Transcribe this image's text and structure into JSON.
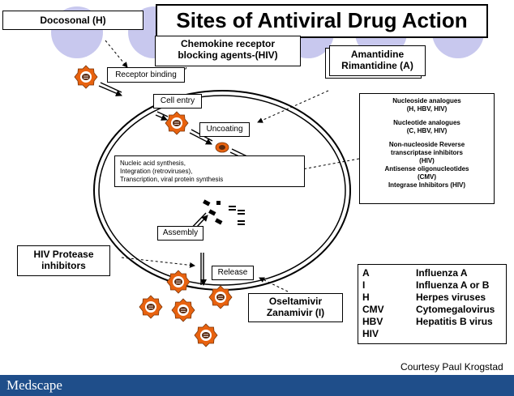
{
  "title": "Sites of Antiviral Drug Action",
  "drugs": {
    "docosonal": "Docosonal (H)",
    "chemokine": [
      "Chemokine receptor",
      "blocking agents-(HIV)"
    ],
    "amantadine": [
      "Amantidine",
      "Rimantidine (A)"
    ],
    "hiv_protease": [
      "HIV Protease",
      "inhibitors"
    ],
    "oseltamivir": [
      "Oseltamivir",
      "Zanamivir  (I)"
    ],
    "polymerase_list": [
      "Nucleoside analogues",
      "(H, HBV, HIV)",
      "",
      "Nucleotide analogues",
      "(C, HBV, HIV)",
      "",
      "Non-nucleoside Reverse",
      "transcriptase inhibitors",
      "(HIV)",
      "Antisense oligonucleotides",
      "(CMV)",
      "Integrase Inhibitors (HIV)"
    ]
  },
  "steps": {
    "receptor_binding": "Receptor binding",
    "cell_entry": "Cell entry",
    "uncoating": "Uncoating",
    "synthesis": [
      "Nucleic acid synthesis,",
      "Integration (retroviruses),",
      "Transcription, viral protein synthesis"
    ],
    "assembly": "Assembly",
    "release": "Release"
  },
  "legend": {
    "codes": [
      "A",
      "I",
      "H",
      "CMV",
      "HBV",
      "HIV"
    ],
    "meanings": [
      "Influenza A",
      "Influenza A or B",
      "Herpes viruses",
      "Cytomegalovirus",
      "Hepatitis B virus"
    ]
  },
  "courtesy": "Courtesy Paul Krogstad",
  "brand": "Medscape",
  "colors": {
    "virus_fill": "#e8620f",
    "virus_center": "#5a2a10",
    "decor_circle": "#c8c8ee",
    "footer_bar": "#1f4e8a"
  }
}
